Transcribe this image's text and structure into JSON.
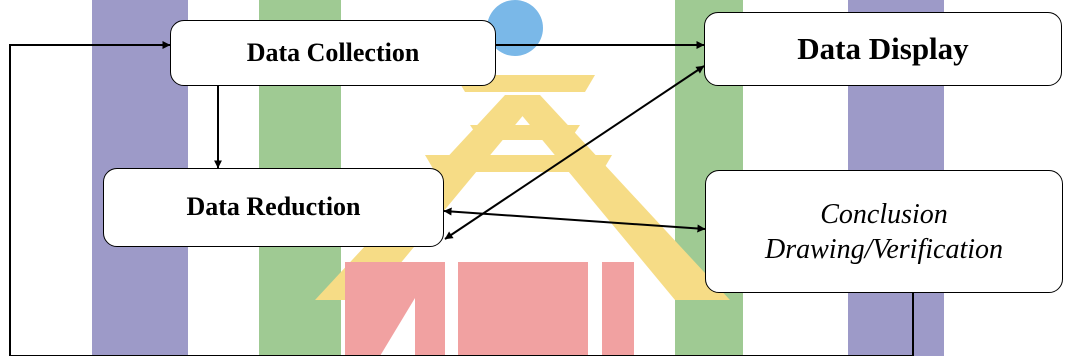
{
  "watermark": {
    "stripe_purple": "#9d9ac8",
    "stripe_green": "#9fca93",
    "emblem_yellow": "#f6dc86",
    "emblem_red": "#f1a1a1",
    "globe_blue": "#7ab8e8"
  },
  "diagram": {
    "line_color": "#000000",
    "nodes": {
      "data_collection": "Data Collection",
      "data_display": "Data Display",
      "data_reduction": "Data Reduction",
      "conclusion_line1": "Conclusion",
      "conclusion_line2": "Drawing/Verification"
    },
    "edges": [
      {
        "from": "data_collection",
        "to": "data_display",
        "direction": "one-way"
      },
      {
        "from": "data_collection",
        "to": "data_reduction",
        "direction": "one-way"
      },
      {
        "from": "data_reduction",
        "to": "data_display",
        "direction": "two-way"
      },
      {
        "from": "data_reduction",
        "to": "conclusion_drawing_verification",
        "direction": "two-way"
      },
      {
        "from": "conclusion_drawing_verification",
        "to": "data_collection",
        "direction": "one-way"
      }
    ]
  }
}
